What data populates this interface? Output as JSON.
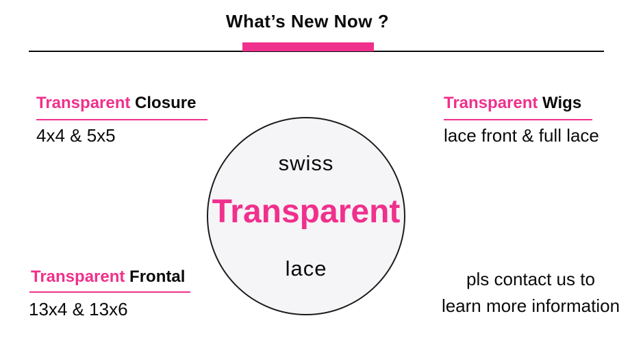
{
  "colors": {
    "accent_pink": "#f0308d",
    "circle_fill": "#f5f4f6",
    "text": "#0a0a0a"
  },
  "header": {
    "title": "What’s New Now ?"
  },
  "circle": {
    "top_word": "swiss",
    "main_word": "Transparent",
    "bottom_word": "lace"
  },
  "sections": {
    "closure": {
      "title_highlight": "Transparent",
      "title_rest": " Closure",
      "subtitle": "4x4 & 5x5"
    },
    "wigs": {
      "title_highlight": "Transparent",
      "title_rest": " Wigs",
      "subtitle": "lace front & full lace"
    },
    "frontal": {
      "title_highlight": "Transparent",
      "title_rest": " Frontal",
      "subtitle": "13x4 & 13x6"
    },
    "contact": {
      "line1": "pls contact us to",
      "line2": "learn more information"
    }
  }
}
